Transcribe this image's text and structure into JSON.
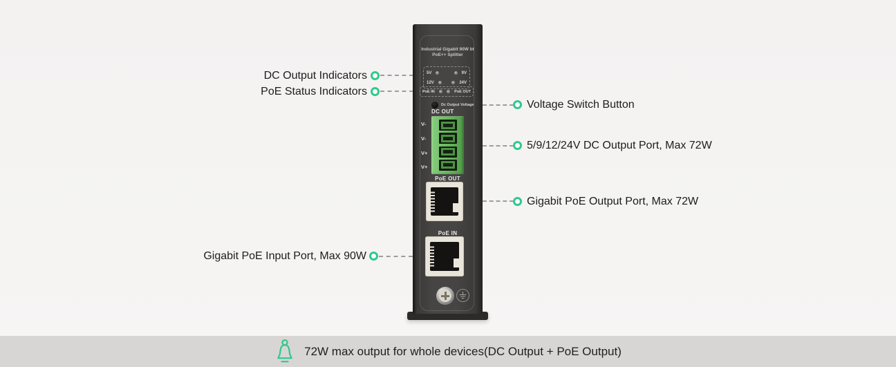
{
  "callouts": {
    "left": [
      {
        "label": "DC Output Indicators"
      },
      {
        "label": "PoE Status Indicators"
      },
      {
        "label": "Gigabit PoE Input Port, Max 90W"
      }
    ],
    "right": [
      {
        "label": "Voltage Switch Button"
      },
      {
        "label": "5/9/12/24V DC Output Port, Max 72W"
      },
      {
        "label": "Gigabit PoE Output Port, Max 72W"
      }
    ]
  },
  "device": {
    "title_line1": "Industrial Gigabit 90W bt",
    "title_line2": "PoE++ Splitter",
    "voltage_leds": [
      "5V",
      "9V",
      "12V",
      "24V"
    ],
    "poe_leds": [
      "PoE IN",
      "PoE OUT"
    ],
    "button_label": "Dc Output Voltage",
    "dc_out_label": "DC OUT",
    "terminal_labels": [
      "V-",
      "V-",
      "V+",
      "V+"
    ],
    "poe_out_label": "PoE OUT",
    "poe_in_label": "PoE IN"
  },
  "footer": {
    "note": "72W max output for whole devices(DC Output + PoE Output)"
  },
  "colors": {
    "accent_green": "#2fc98c",
    "terminal_green": "#69b65f",
    "device_body": "#474544",
    "footer_bg": "#d8d6d4"
  }
}
